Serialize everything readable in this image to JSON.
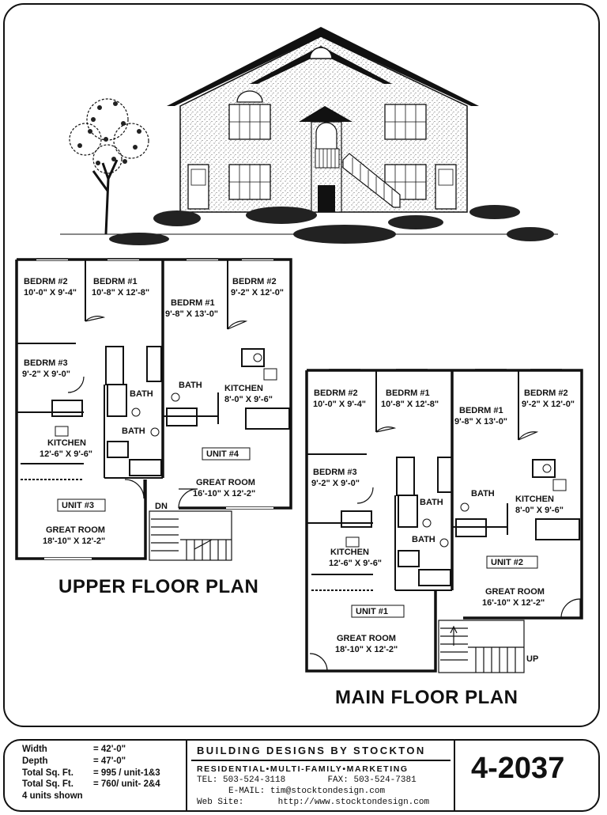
{
  "labels": {
    "upper_plan_title": "UPPER FLOOR PLAN",
    "main_plan_title": "MAIN FLOOR PLAN",
    "dn": "DN",
    "up": "UP",
    "upper": {
      "u34_bed2": "BEDRM #2",
      "u34_bed2_dim": "10'-0\" X 9'-4\"",
      "u34_bed1": "BEDRM #1",
      "u34_bed1_dim": "10'-8\" X 12'-8\"",
      "u4_bed1": "BEDRM #1",
      "u4_bed1_dim": "9'-8\" X 13'-0\"",
      "u4_bed2": "BEDRM #2",
      "u4_bed2_dim": "9'-2\" X 12'-0\"",
      "u3_bed3": "BEDRM #3",
      "u3_bed3_dim": "9'-2\" X 9'-0\"",
      "u3_bath": "BATH",
      "u3_bath2": "BATH",
      "u4_bath": "BATH",
      "u4_kitchen": "KITCHEN",
      "u4_kitchen_dim": "8'-0\" X 9'-6\"",
      "u3_kitchen": "KITCHEN",
      "u3_kitchen_dim": "12'-6\" X 9'-6\"",
      "unit4": "UNIT #4",
      "u4_great": "GREAT ROOM",
      "u4_great_dim": "16'-10\" X 12'-2\"",
      "unit3": "UNIT #3",
      "u3_great": "GREAT ROOM",
      "u3_great_dim": "18'-10\" X 12'-2\""
    },
    "main": {
      "u12_bed2": "BEDRM #2",
      "u12_bed2_dim": "10'-0\" X 9'-4\"",
      "u12_bed1": "BEDRM #1",
      "u12_bed1_dim": "10'-8\" X 12'-8\"",
      "u2_bed1": "BEDRM #1",
      "u2_bed1_dim": "9'-8\" X 13'-0\"",
      "u2_bed2": "BEDRM #2",
      "u2_bed2_dim": "9'-2\" X 12'-0\"",
      "u1_bed3": "BEDRM #3",
      "u1_bed3_dim": "9'-2\" X 9'-0\"",
      "u2_bath": "BATH",
      "u1_bath": "BATH",
      "u1_bath2": "BATH",
      "u2_kitchen": "KITCHEN",
      "u2_kitchen_dim": "8'-0\" X 9'-6\"",
      "u1_kitchen": "KITCHEN",
      "u1_kitchen_dim": "12'-6\" X 9'-6\"",
      "unit2": "UNIT #2",
      "u2_great": "GREAT ROOM",
      "u2_great_dim": "16'-10\" X 12'-2\"",
      "unit1": "UNIT #1",
      "u1_great": "GREAT ROOM",
      "u1_great_dim": "18'-10\" X 12'-2\""
    }
  },
  "footer": {
    "width_label": "Width",
    "width_value": "= 42'-0\"",
    "depth_label": "Depth",
    "depth_value": "= 47'-0\"",
    "sqft13_label": "Total Sq. Ft.",
    "sqft13_value": "= 995 / unit-1&3",
    "sqft24_label": "Total Sq. Ft.",
    "sqft24_value": "= 760/ unit- 2&4",
    "units_shown": "4 units shown",
    "company": "BUILDING DESIGNS BY STOCKTON",
    "tagline": "RESIDENTIAL•MULTI-FAMILY•MARKETING",
    "tel_label": "TEL:",
    "tel": "503-524-3118",
    "fax_label": "FAX:",
    "fax": "503-524-7381",
    "email_label": "E-MAIL:",
    "email": "tim@stocktondesign.com",
    "web_label": "Web Site:",
    "web": "http://www.stocktondesign.com",
    "plan_number": "4-2037"
  },
  "colors": {
    "ink": "#111111",
    "paper": "#ffffff"
  }
}
